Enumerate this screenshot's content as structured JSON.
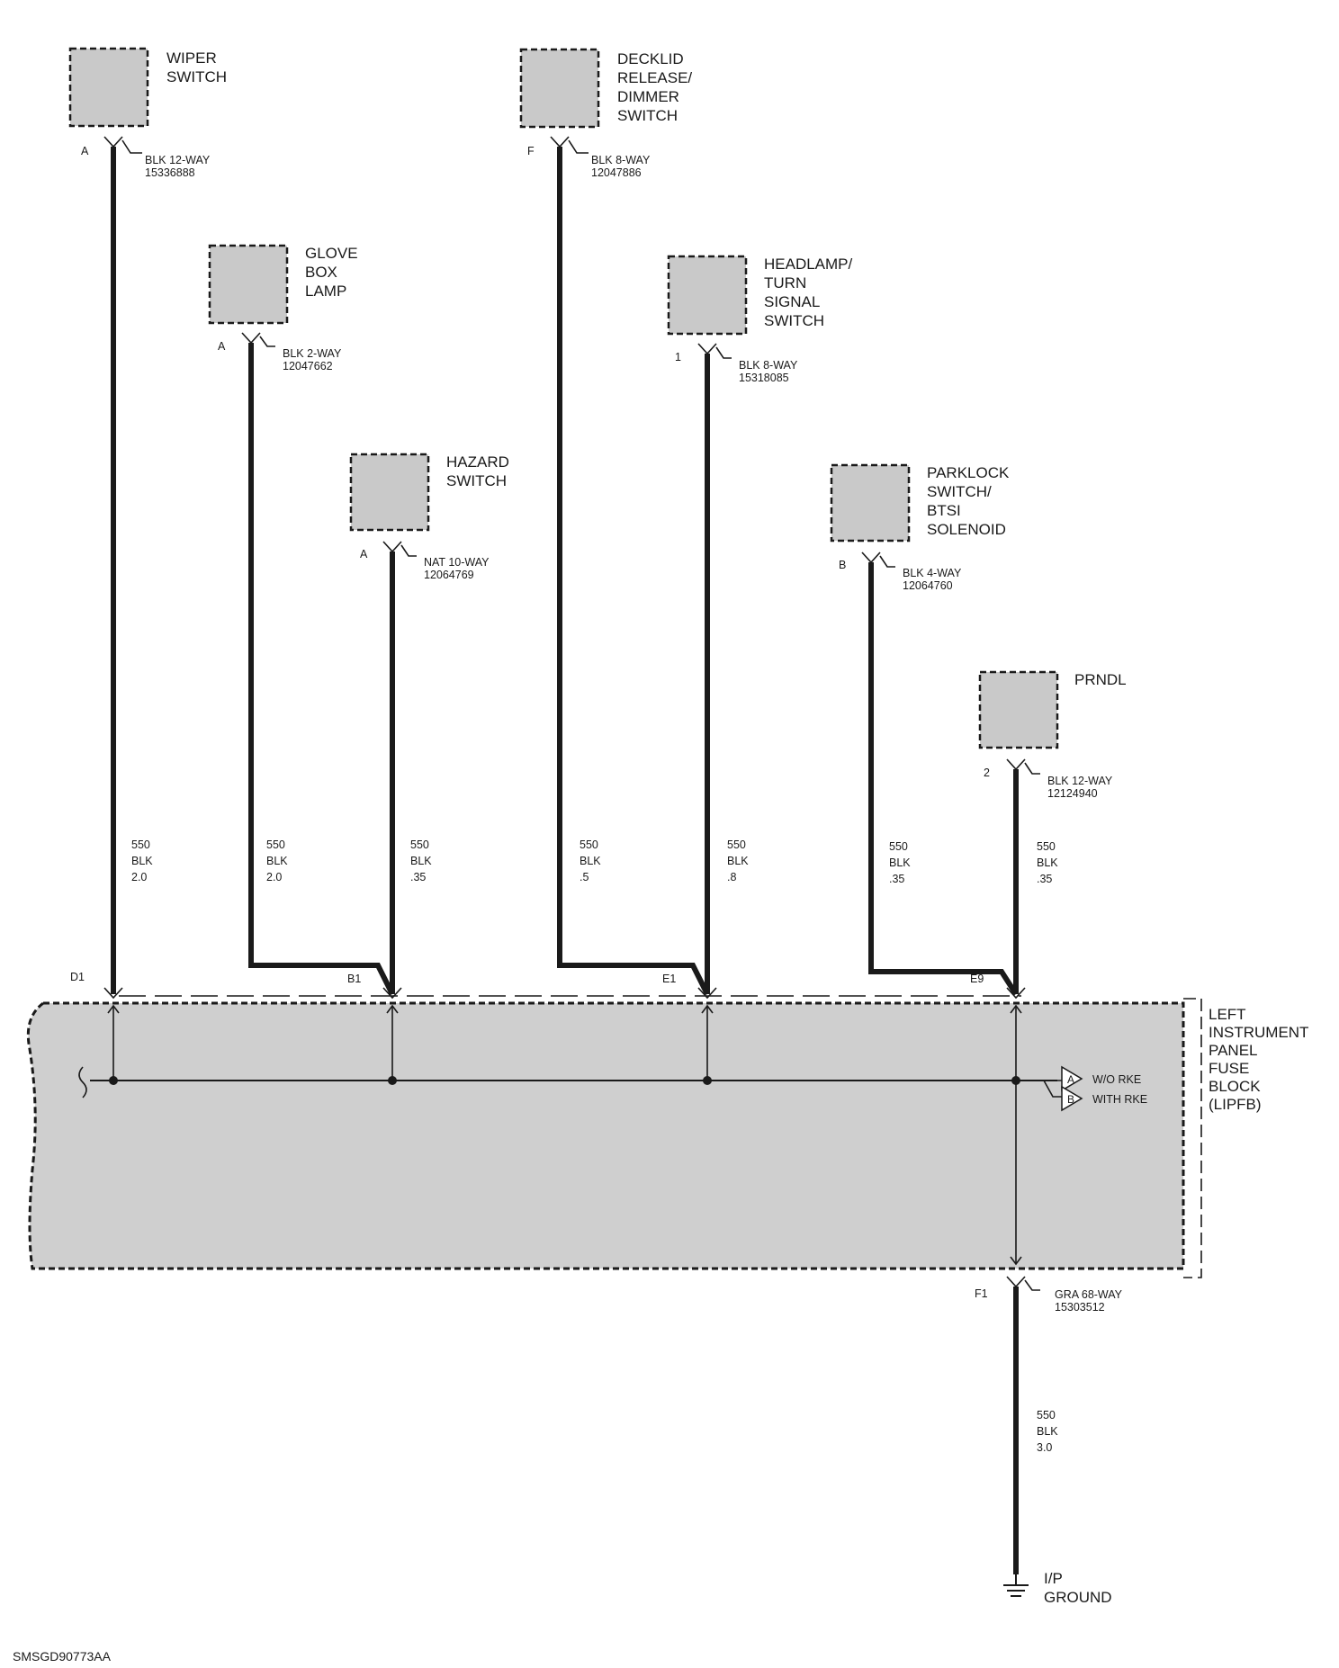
{
  "components": {
    "wiper_switch": {
      "name": [
        "WIPER",
        "SWITCH"
      ],
      "pin": "A",
      "connector": [
        "BLK 12-WAY",
        "15336888"
      ]
    },
    "glove_box_lamp": {
      "name": [
        "GLOVE",
        "BOX",
        "LAMP"
      ],
      "pin": "A",
      "connector": [
        "BLK 2-WAY",
        "12047662"
      ]
    },
    "hazard_switch": {
      "name": [
        "HAZARD",
        "SWITCH"
      ],
      "pin": "A",
      "connector": [
        "NAT 10-WAY",
        "12064769"
      ]
    },
    "decklid_switch": {
      "name": [
        "DECKLID",
        "RELEASE/",
        "DIMMER",
        "SWITCH"
      ],
      "pin": "F",
      "connector": [
        "BLK 8-WAY",
        "12047886"
      ]
    },
    "headlamp_switch": {
      "name": [
        "HEADLAMP/",
        "TURN",
        "SIGNAL",
        "SWITCH"
      ],
      "pin": "1",
      "connector": [
        "BLK 8-WAY",
        "15318085"
      ]
    },
    "parklock_switch": {
      "name": [
        "PARKLOCK",
        "SWITCH/",
        "BTSI",
        "SOLENOID"
      ],
      "pin": "B",
      "connector": [
        "BLK 4-WAY",
        "12064760"
      ]
    },
    "prndl": {
      "name": [
        "PRNDL"
      ],
      "pin": "2",
      "connector": [
        "BLK 12-WAY",
        "12124940"
      ]
    }
  },
  "wires": [
    [
      "550",
      "BLK",
      "2.0"
    ],
    [
      "550",
      "BLK",
      "2.0"
    ],
    [
      "550",
      "BLK",
      ".35"
    ],
    [
      "550",
      "BLK",
      ".5"
    ],
    [
      "550",
      "BLK",
      ".8"
    ],
    [
      "550",
      "BLK",
      ".35"
    ],
    [
      "550",
      "BLK",
      ".35"
    ]
  ],
  "ground_wire": [
    "550",
    "BLK",
    "3.0"
  ],
  "fuse_block": {
    "name": [
      "LEFT",
      "INSTRUMENT",
      "PANEL",
      "FUSE",
      "BLOCK",
      "(LIPFB)"
    ],
    "pins": [
      "D1",
      "B1",
      "E1",
      "E9"
    ],
    "bottom_pin": "F1",
    "bottom_connector": [
      "GRA 68-WAY",
      "15303512"
    ],
    "options": [
      {
        "tag": "A",
        "label": "W/O RKE"
      },
      {
        "tag": "B",
        "label": "WITH RKE"
      }
    ]
  },
  "ground": [
    "I/P",
    "GROUND"
  ],
  "figure_id": "SMSGD90773AA",
  "colors": {
    "ink": "#1a1a1a",
    "component_fill": "#c9c9c9",
    "fuse_block_fill": "#cfcfcf"
  }
}
